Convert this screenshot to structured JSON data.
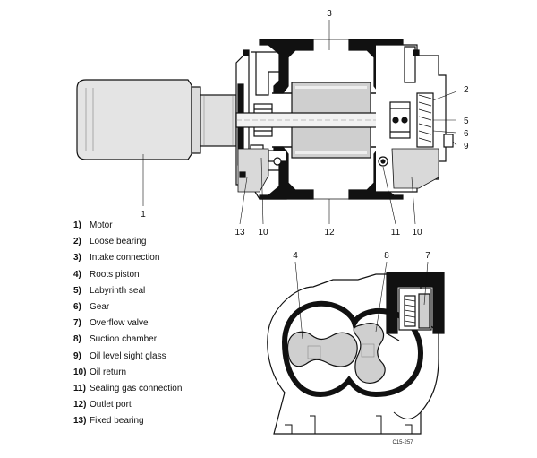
{
  "legend": [
    {
      "num": "1)",
      "label": "Motor"
    },
    {
      "num": "2)",
      "label": "Loose bearing"
    },
    {
      "num": "3)",
      "label": "Intake connection"
    },
    {
      "num": "4)",
      "label": "Roots piston"
    },
    {
      "num": "5)",
      "label": "Labyrinth seal"
    },
    {
      "num": "6)",
      "label": "Gear"
    },
    {
      "num": "7)",
      "label": "Overflow valve"
    },
    {
      "num": "8)",
      "label": "Suction chamber"
    },
    {
      "num": "9)",
      "label": "Oil level sight glass"
    },
    {
      "num": "10)",
      "label": "Oil return"
    },
    {
      "num": "11)",
      "label": "Sealing gas connection"
    },
    {
      "num": "12)",
      "label": "Outlet port"
    },
    {
      "num": "13)",
      "label": "Fixed bearing"
    }
  ],
  "callouts": {
    "c1": "1",
    "c2": "2",
    "c3": "3",
    "c4": "4",
    "c5": "5",
    "c6": "6",
    "c7": "7",
    "c8": "8",
    "c9": "9",
    "c10a": "10",
    "c10b": "10",
    "c11": "11",
    "c12": "12",
    "c13": "13"
  },
  "figure_code": "C15-257",
  "colors": {
    "line": "#111111",
    "housing": "#ffffff",
    "rotor": "#cfcfcf",
    "oil": "#d9d9d9",
    "motor": "#e4e4e4"
  }
}
